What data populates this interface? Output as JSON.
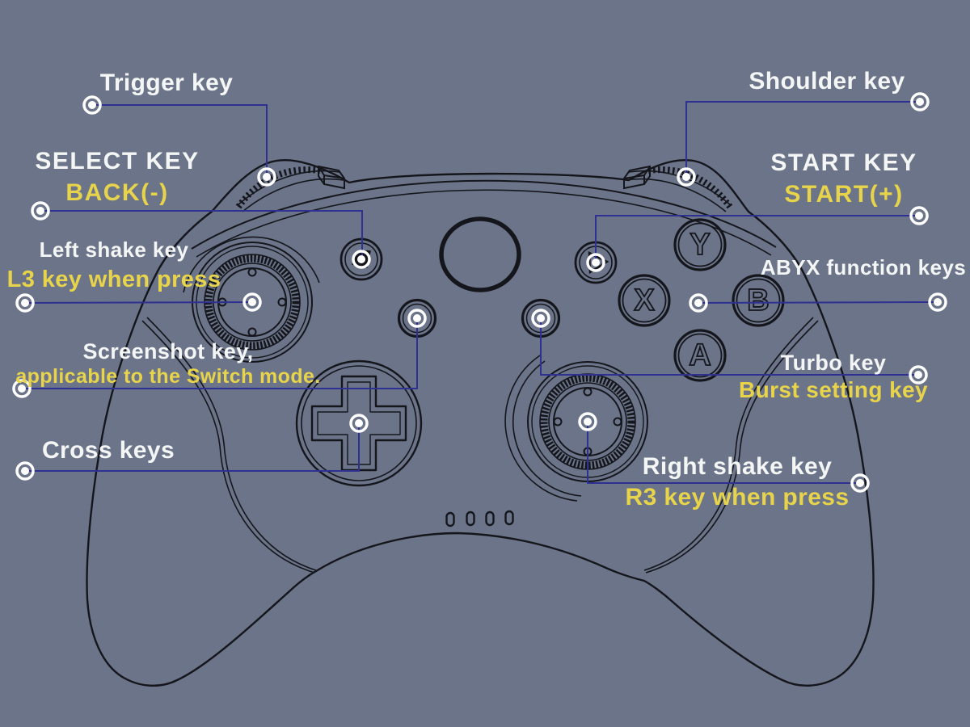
{
  "diagram_title": "Game controller key map diagram",
  "colors": {
    "background": "#6b7488",
    "callout_line": "#2e3192",
    "callout_dot": "#ffffff",
    "outline": "#14161c",
    "label_white": "#f4f6f5",
    "label_yellow": "#e8d44b"
  },
  "callouts": {
    "trigger": {
      "label": "Trigger key",
      "sub": ""
    },
    "shoulder": {
      "label": "Shoulder key",
      "sub": ""
    },
    "select": {
      "label": "SELECT KEY",
      "sub": "BACK(-)"
    },
    "start": {
      "label": "START KEY",
      "sub": "START(+)"
    },
    "left_stick": {
      "label": "Left shake key",
      "sub": "L3 key when press"
    },
    "screenshot": {
      "label": "Screenshot key,",
      "sub": "applicable to the Switch mode."
    },
    "cross": {
      "label": "Cross keys",
      "sub": ""
    },
    "abyx": {
      "label": "ABYX function keys",
      "sub": ""
    },
    "turbo": {
      "label": "Turbo key",
      "sub": "Burst setting key"
    },
    "right_stick": {
      "label": "Right shake key",
      "sub": "R3 key when press"
    }
  },
  "controller": {
    "face_buttons": {
      "top": "Y",
      "left": "X",
      "right": "B",
      "bottom": "A"
    },
    "led_count": "4"
  }
}
